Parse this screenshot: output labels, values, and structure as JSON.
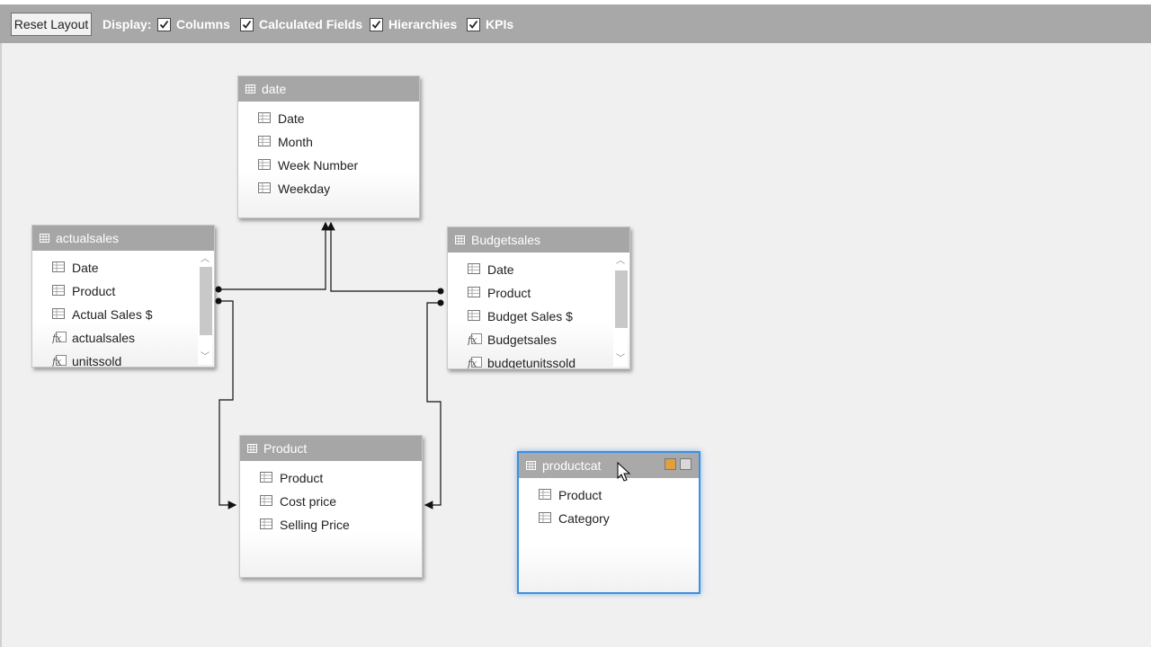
{
  "toolbar": {
    "reset_label": "Reset Layout",
    "display_label": "Display:",
    "checkboxes": [
      {
        "label": "Columns",
        "checked": true
      },
      {
        "label": "Calculated Fields",
        "checked": true
      },
      {
        "label": "Hierarchies",
        "checked": true
      },
      {
        "label": "KPIs",
        "checked": true
      }
    ]
  },
  "tables": {
    "date": {
      "title": "date",
      "fields": [
        "Date",
        "Month",
        "Week Number",
        "Weekday"
      ]
    },
    "actualsales": {
      "title": "actualsales",
      "fields": [
        "Date",
        "Product",
        "Actual Sales $",
        "actualsales",
        "unitssold"
      ]
    },
    "budgetsales": {
      "title": "Budgetsales",
      "fields": [
        "Date",
        "Product",
        "Budget Sales $",
        "Budgetsales",
        "budgetunitssold"
      ]
    },
    "product": {
      "title": "Product",
      "fields": [
        "Product",
        "Cost price",
        "Selling Price"
      ]
    },
    "productcat": {
      "title": "productcat",
      "fields": [
        "Product",
        "Category"
      ]
    }
  },
  "colors": {
    "toolbar": "#a8a8a8",
    "table_header": "#a6a6a6",
    "selection": "#3d8fe0",
    "canvas": "#f0f0f0"
  },
  "icons": {
    "column": "table-column-icon",
    "calculated": "calculated-field-icon",
    "table": "table-icon"
  }
}
